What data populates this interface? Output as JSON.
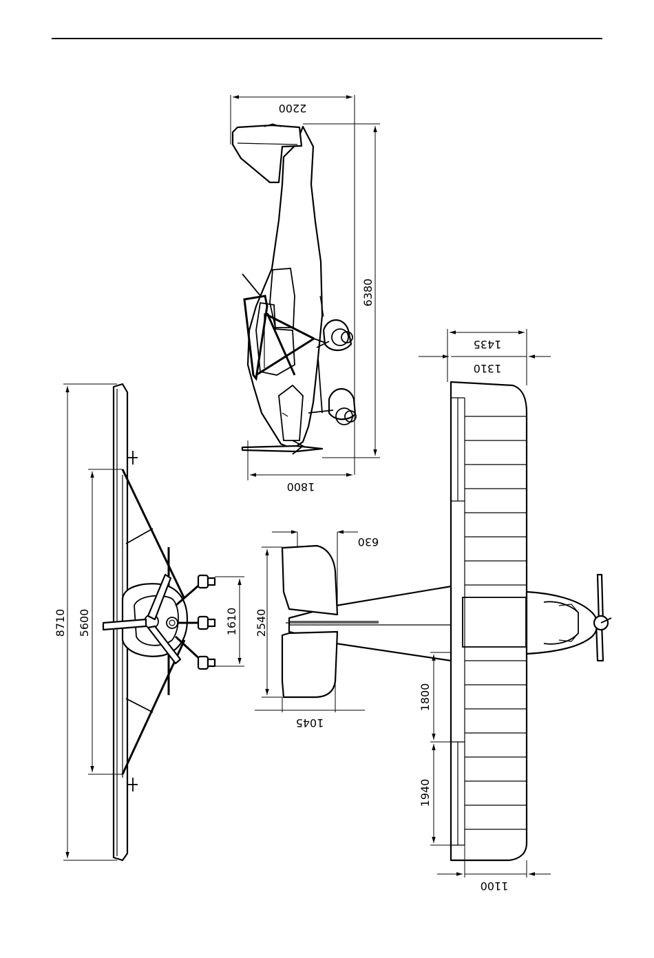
{
  "dimensions": {
    "side_view": {
      "height_2200": "2200",
      "length_6380": "6380",
      "width_1800": "1800"
    },
    "front_view": {
      "span_8710": "8710",
      "strut_span_5600": "5600",
      "track_1610": "1610"
    },
    "top_view": {
      "chord_1435": "1435",
      "chord_1310": "1310",
      "tail_630": "630",
      "tail_span_2540": "2540",
      "tail_chord_1045": "1045",
      "flap_1800": "1800",
      "aileron_1940": "1940",
      "tip_1100": "1100"
    }
  }
}
